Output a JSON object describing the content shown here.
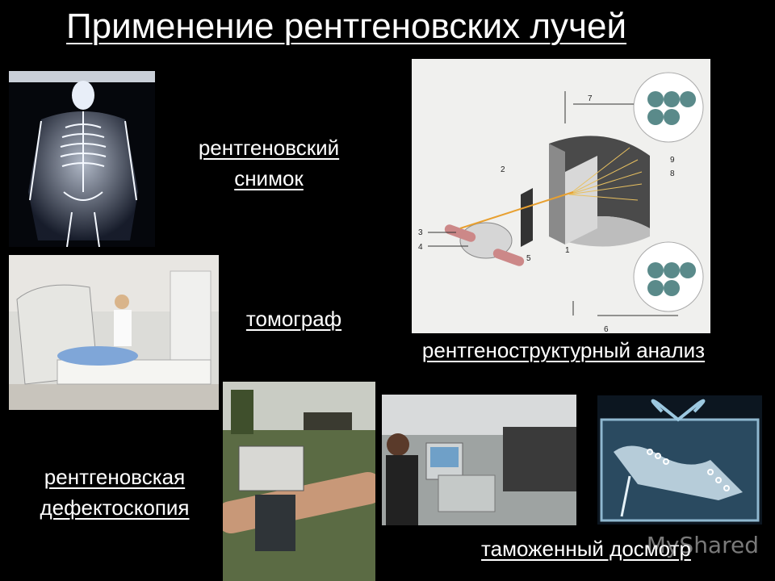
{
  "title": "Применение рентгеновских лучей",
  "labels": {
    "xray_photo_line1": "рентгеновский",
    "xray_photo_line2": "снимок",
    "tomograph": "томограф",
    "structural_analysis": "рентгеноструктурный анализ",
    "defectoscopy_line1": "рентгеновская",
    "defectoscopy_line2": "дефектоскопия",
    "customs": "таможенный досмотр"
  },
  "diagram_numbers": [
    "1",
    "2",
    "3",
    "4",
    "5",
    "6",
    "7",
    "8",
    "9"
  ],
  "watermark": "MyShared"
}
